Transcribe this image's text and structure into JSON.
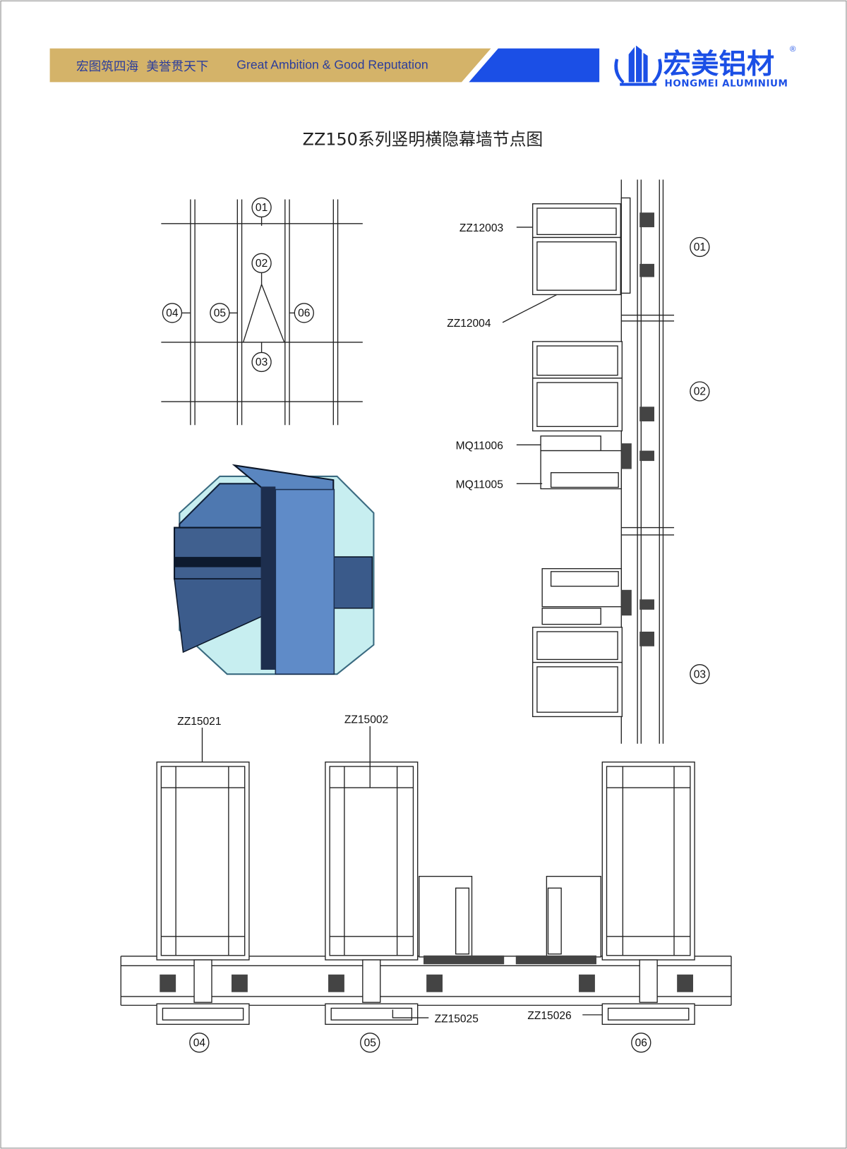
{
  "header": {
    "slogan_cn": "宏图筑四海  美誉贯天下",
    "slogan_en": "Great Ambition & Good Reputation",
    "brand_cn": "宏美铝材",
    "brand_en": "HONGMEI ALUMINIUM",
    "registered": "®",
    "colors": {
      "gold": "#d4b369",
      "blue": "#1b4fe6",
      "text_blue": "#2b3d9c"
    }
  },
  "title": "ZZ150系列竖明横隐幕墙节点图",
  "elevation": {
    "callouts": [
      "01",
      "02",
      "03",
      "04",
      "05",
      "06"
    ]
  },
  "section_vertical": {
    "labels": [
      "ZZ12003",
      "ZZ12004",
      "MQ11006",
      "MQ11005"
    ],
    "callouts": [
      "01",
      "02",
      "03"
    ]
  },
  "section_horizontal": {
    "labels": [
      "ZZ15021",
      "ZZ15002",
      "ZZ15025",
      "ZZ15026"
    ],
    "callouts": [
      "04",
      "05",
      "06"
    ]
  }
}
